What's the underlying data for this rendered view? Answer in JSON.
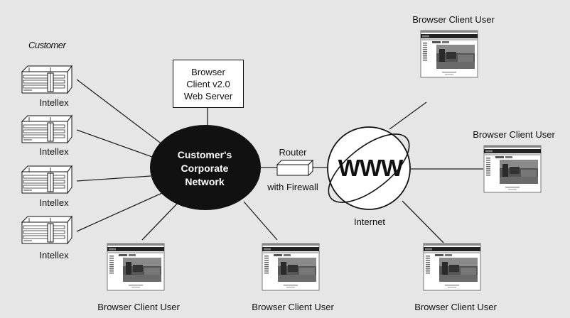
{
  "customer_label": "Customer",
  "intellex_label": "Intellex",
  "server_lines": [
    "Browser",
    "Client v2.0",
    "Web Server"
  ],
  "network_lines": [
    "Customer's",
    "Corporate",
    "Network"
  ],
  "router_label": "Router",
  "firewall_label": "with Firewall",
  "www_label": "WWW",
  "internet_label": "Internet",
  "client_label": "Browser Client User"
}
